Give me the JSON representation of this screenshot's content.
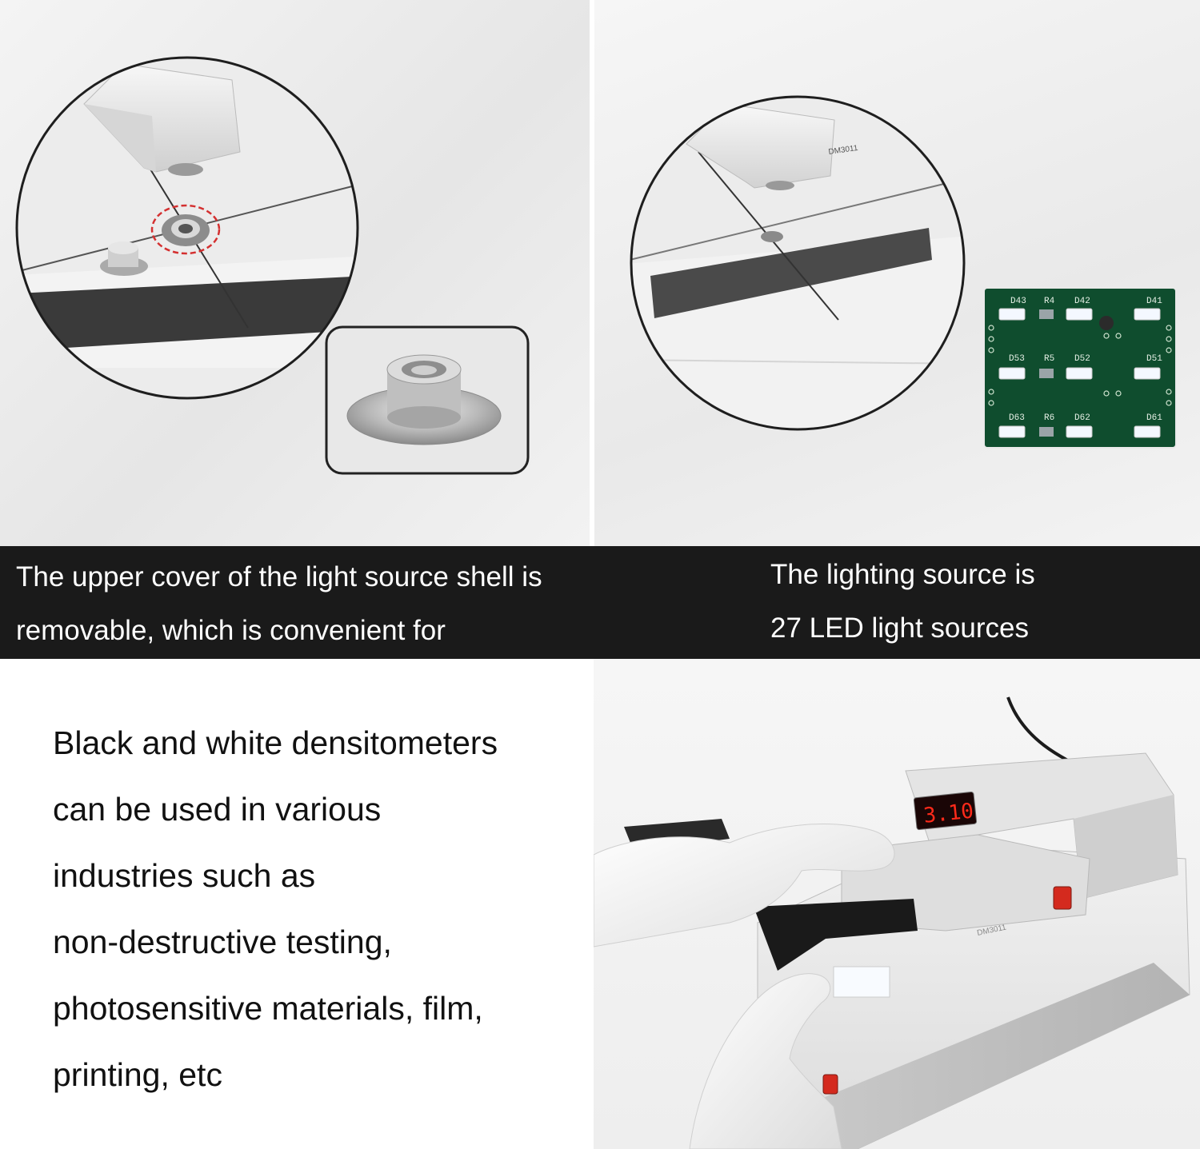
{
  "captions": {
    "left": {
      "line1": "The upper cover of the light source shell is",
      "line2": "removable, which is convenient for"
    },
    "right": {
      "line1": "The lighting source is",
      "line2": "27 LED light sources"
    }
  },
  "description": {
    "lines": [
      "Black and white densitometers",
      "can be used in various",
      "industries such as",
      "non-destructive testing,",
      "photosensitive materials, film,",
      "printing, etc"
    ]
  },
  "pcb_labels": {
    "row1": [
      "D43",
      "R4",
      "D42",
      "D41"
    ],
    "row2": [
      "D53",
      "R5",
      "D52",
      "D51"
    ],
    "row3": [
      "D63",
      "R6",
      "D62",
      "D61"
    ]
  },
  "device": {
    "display_reading": "3.10",
    "model_text": "DM3011"
  },
  "colors": {
    "caption_band": "#1a1a1a",
    "pcb_green": "#0f4d2e",
    "led_white": "#f4f8ff",
    "highlight_red": "#d43030",
    "display_red": "#ff2a1a"
  }
}
